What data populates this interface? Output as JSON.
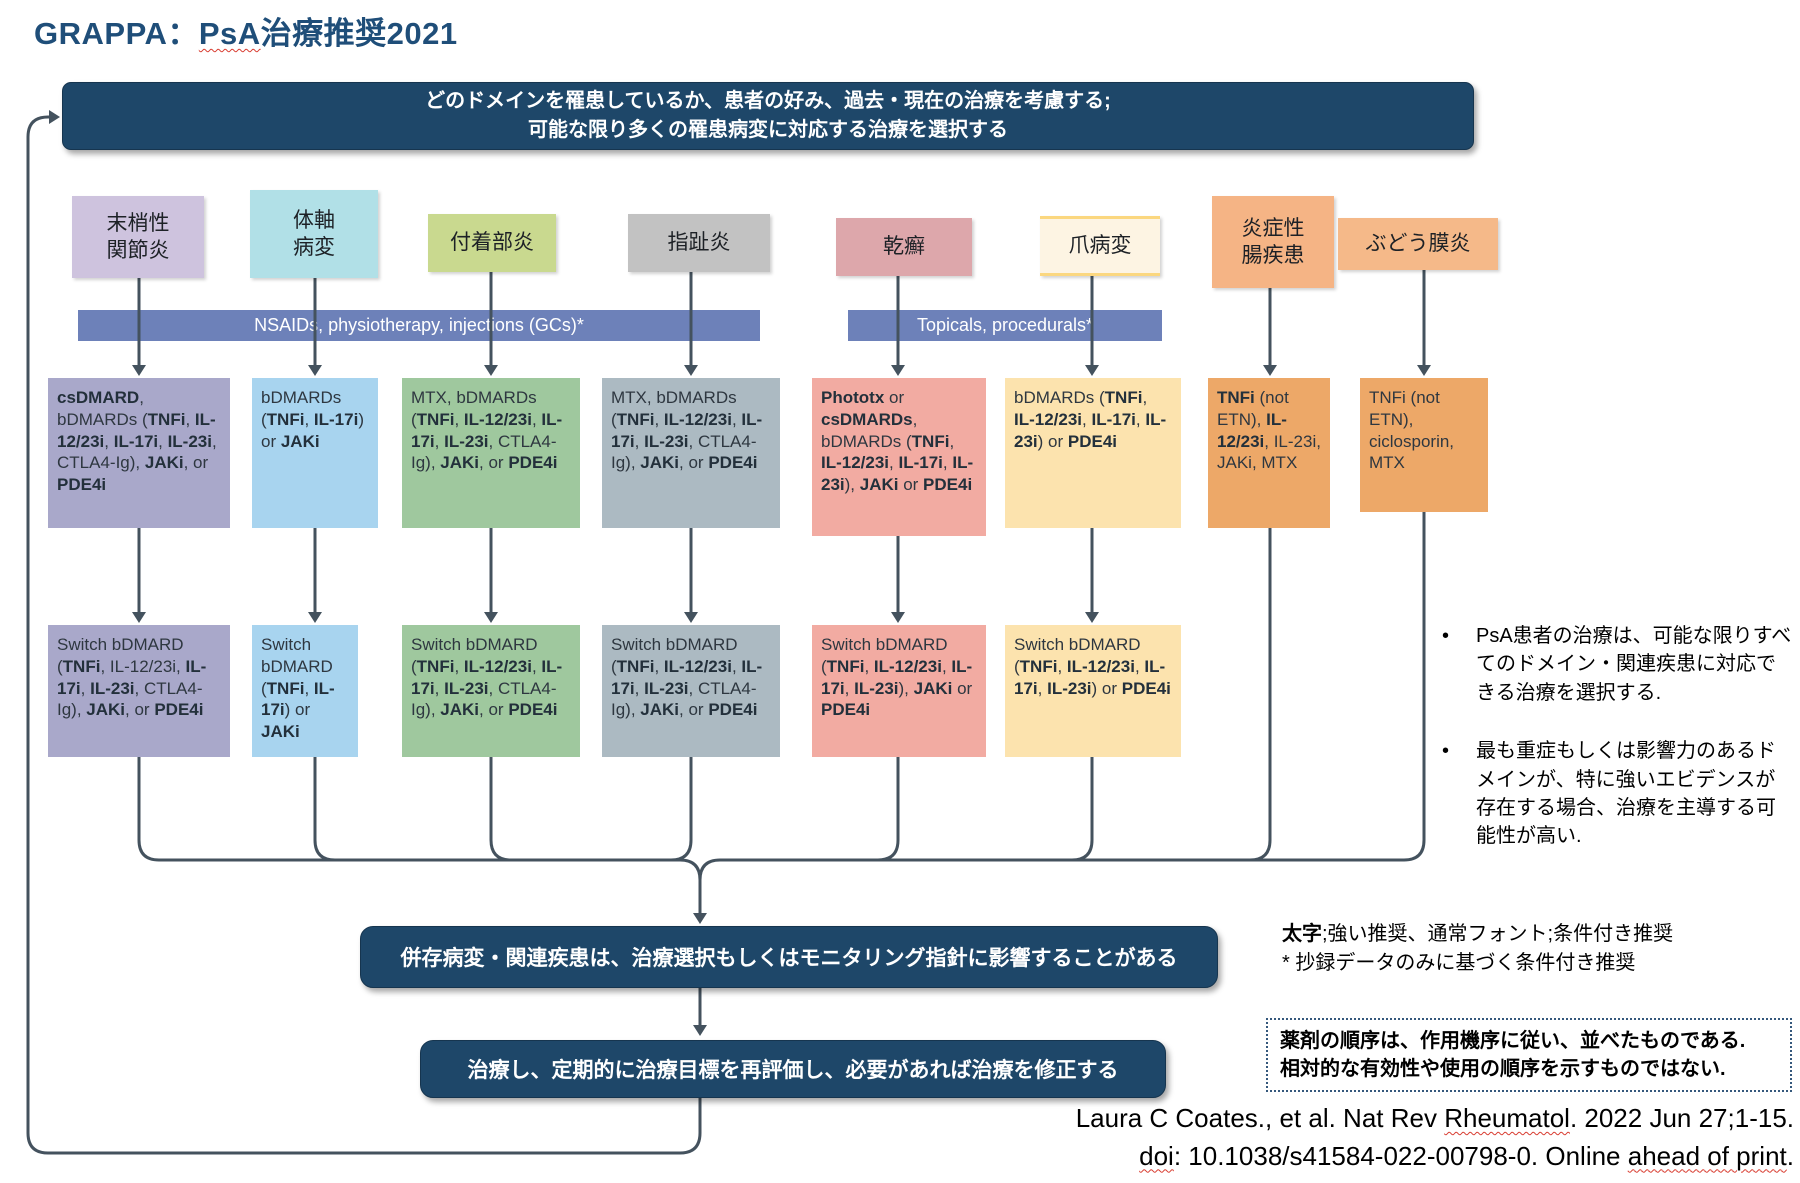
{
  "title": "GRAPPA：~~PsA~~治療推奨2021",
  "top_banner": {
    "lines": [
      "どのドメインを罹患しているか、患者の好み、過去・現在の治療を考慮する;",
      "可能な限り多くの罹患病変に対応する治療を選択する"
    ]
  },
  "phase_bars": [
    {
      "label": "NSAIDs, physiotherapy, injections (GCs)*"
    },
    {
      "label": "Topicals, procedurals*"
    }
  ],
  "columns": [
    {
      "id": "peripheral-arthritis",
      "header": "末梢性\n関節炎",
      "colors": {
        "header": "#cec3de",
        "box": "#a9a8ca"
      },
      "first_line": "**csDMARD**, bDMARDs (**TNFi**, **IL-12/23i**, **IL-17i**, **IL-23i**, CTLA4-Ig), **JAKi**, or **PDE4i**",
      "switch_line": "Switch bDMARD (**TNFi**, IL-12/23i, **IL-17i**, **IL-23i**, CTLA4-Ig), **JAKi**, or **PDE4i**"
    },
    {
      "id": "axial-disease",
      "header": "体軸\n病変",
      "colors": {
        "header": "#b1e0e7",
        "box": "#a8d4ef"
      },
      "first_line": "bDMARDs (**TNFi**, **IL-17i**) or **JAKi**",
      "switch_line": "Switch bDMARD (**TNFi**, **IL-17i**) or **JAKi**"
    },
    {
      "id": "enthesitis",
      "header": "付着部炎",
      "colors": {
        "header": "#c9d98f",
        "box": "#9fc89e"
      },
      "first_line": "MTX, bDMARDs (**TNFi**, **IL-12/23i**, **IL-17i**, **IL-23i**, CTLA4-Ig), **JAKi**, or **PDE4i**",
      "switch_line": "Switch bDMARD (**TNFi**, **IL-12/23i**, **IL-17i**, **IL-23i**, CTLA4-Ig), **JAKi**, or **PDE4i**"
    },
    {
      "id": "dactylitis",
      "header": "指趾炎",
      "colors": {
        "header": "#c2c2c2",
        "box": "#acbac2"
      },
      "first_line": "MTX, bDMARDs (**TNFi**, **IL-12/23i**, **IL-17i**, **IL-23i**, CTLA4-Ig), **JAKi**, or **PDE4i**",
      "switch_line": "Switch bDMARD (**TNFi**, **IL-12/23i**, **IL-17i**, **IL-23i**, CTLA4-Ig), **JAKi**, or **PDE4i**"
    },
    {
      "id": "psoriasis",
      "header": "乾癬",
      "colors": {
        "header": "#dda7ab",
        "box": "#f2aba2"
      },
      "first_line": "**Phototx** or **csDMARDs**, bDMARDs (**TNFi**, **IL-12/23i**, **IL-17i**, **IL-23i**), **JAKi** or **PDE4i**",
      "switch_line": "Switch bDMARD (**TNFi**, **IL-12/23i**, **IL-17i**, **IL-23i**), **JAKi** or **PDE4i**"
    },
    {
      "id": "nail-disease",
      "header": "爪病変",
      "colors": {
        "header": "#fdf4e3",
        "header_border": "#fbd77f",
        "box": "#fce3ae"
      },
      "first_line": "bDMARDs (**TNFi**, **IL-12/23i**, **IL-17i**, **IL-23i**) or **PDE4i**",
      "switch_line": "Switch bDMARD (**TNFi**, **IL-12/23i**, **IL-17i**, **IL-23i**) or **PDE4i**"
    },
    {
      "id": "ibd",
      "header": "炎症性\n腸疾患",
      "colors": {
        "header": "#f5b485",
        "box": "#eda868"
      },
      "first_line": "**TNFi** (not ETN), **IL-12/23i**, IL-23i, JAKi, MTX"
    },
    {
      "id": "uveitis",
      "header": "ぶどう膜炎",
      "colors": {
        "header": "#f5b989",
        "box": "#eda868"
      },
      "first_line": "TNFi (not ETN), ciclosporin, MTX"
    }
  ],
  "side_notes": [
    "PsA患者の治療は、可能な限りすべてのドメイン・関連疾患に対応できる治療を選択する.",
    "最も重症もしくは影響力のあるドメインが、特に強いエビデンスが存在する場合、治療を主導する可能性が高い."
  ],
  "bottom_boxes": [
    "併存病変・関連疾患は、治療選択もしくはモニタリング指針に影響することがある",
    "治療し、定期的に治療目標を再評価し、必要があれば治療を修正する"
  ],
  "legend": {
    "line1": "**太字**;強い推奨、通常フォント;条件付き推奨",
    "line2": "* 抄録データのみに基づく条件付き推奨"
  },
  "note_box": {
    "lines": [
      "薬剤の順序は、作用機序に従い、並べたものである.",
      "相対的な有効性や使用の順序を示すものではない."
    ]
  },
  "citation": {
    "lines": [
      "Laura C Coates., et al. Nat Rev ~~Rheumatol~~. 2022 Jun 27;1-15.",
      "~~doi~~: 10.1038/s41584-022-00798-0. Online ~~ahead of print~~."
    ]
  },
  "colors": {
    "navy": "#1e4769",
    "title": "#1f4e79",
    "bar_blue": "#6d81b9",
    "line": "#44525e"
  }
}
